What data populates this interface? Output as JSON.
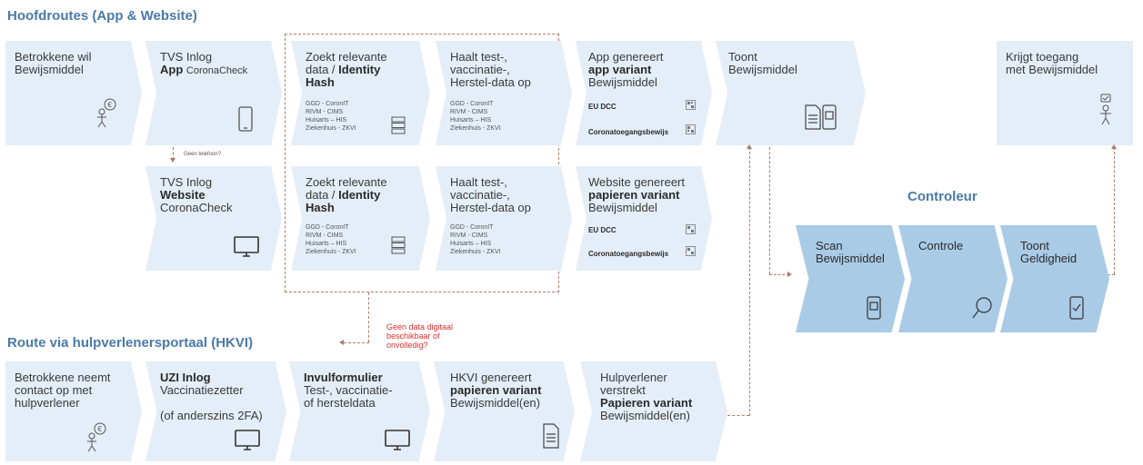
{
  "sections": {
    "main_title": "Hoofdroutes (App & Website)",
    "hkvi_title": "Route via hulpverlenersportaal (HKVI)",
    "controleur_title": "Controleur"
  },
  "app_route": {
    "betrokkene": "Betrokkene  wil Bewijsmiddel",
    "tvs_app_l1": "TVS Inlog",
    "tvs_app_l2a": "App",
    "tvs_app_l2b": "CoronaCheck",
    "geen_telefoon": "Geen telefoon?",
    "tvs_web_l1": "TVS Inlog",
    "tvs_web_l2": "Website",
    "tvs_web_l3": "CoronaCheck",
    "zoekt_l1": "Zoekt relevante",
    "zoekt_l2a": "data / ",
    "zoekt_l2b": "Identity",
    "zoekt_l3": "Hash",
    "haalt_l1": "Haalt test-,",
    "haalt_l2": "vaccinatie-,",
    "haalt_l3": "Herstel-data op",
    "sources": [
      "GGD - CoronIT",
      "RIVM  - CIMS",
      "Huisarts  – HIS",
      "Ziekenhuis  - ZKVI"
    ],
    "app_gen_l1": "App genereert",
    "app_gen_l2": "app variant",
    "app_gen_l3": "Bewijsmiddel",
    "eu_dcc": "EU DCC",
    "ctb": "Coronatoegangsbewijs",
    "web_gen_l1": "Website genereert",
    "web_gen_l2": "papieren variant",
    "web_gen_l3": "Bewijsmiddel",
    "toont_l1": "Toont",
    "toont_l2": "Bewijsmiddel",
    "krijgt_l1": "Krijgt toegang",
    "krijgt_l2": "met Bewijsmiddel"
  },
  "controleur": {
    "scan_l1": "Scan",
    "scan_l2": "Bewijsmiddel",
    "controle": "Controle",
    "geldig_l1": "Toont",
    "geldig_l2": "Geldigheid"
  },
  "note": {
    "l1": "Geen data digitaal",
    "l2": "beschikbaar of",
    "l3": "onvolledig?"
  },
  "hkvi": {
    "betrokkene_l1": "Betrokkene  neemt",
    "betrokkene_l2": "contact op met",
    "betrokkene_l3": "hulpverlener",
    "uzi_l1": "UZI Inlog",
    "uzi_l2": "Vaccinatiezetter",
    "uzi_l3": "(of anderszins 2FA)",
    "invul_l1": "Invulformulier",
    "invul_l2": "Test-, vaccinatie-",
    "invul_l3": "of hersteldata",
    "gen_l1": "HKVI genereert",
    "gen_l2": "papieren variant",
    "gen_l3": "Bewijsmiddel(en)",
    "hulp_l1": "Hulpverlener",
    "hulp_l2": "verstrekt",
    "hulp_l3": "Papieren variant",
    "hulp_l4": "Bewijsmiddel(en)"
  },
  "colors": {
    "title": "#4a7aa8",
    "light_box": "#e4eef8",
    "blue_chevron": "#a9cbe6",
    "note_red": "#e03030",
    "dash": "#b07a6a"
  },
  "icons": [
    "person-icon",
    "smartphone-icon",
    "monitor-icon",
    "server-icon",
    "qr-icon",
    "document-icon",
    "magnifier-icon",
    "check-phone-icon"
  ]
}
